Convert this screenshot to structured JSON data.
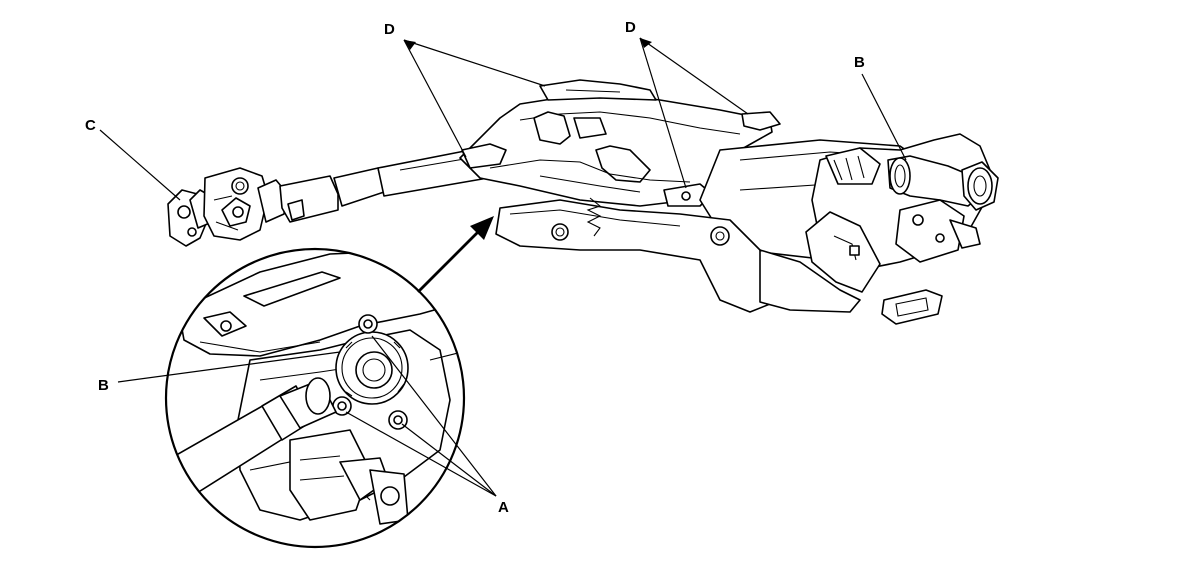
{
  "callouts": {
    "d_left": "D",
    "d_right": "D",
    "b_column": "B",
    "c_joint": "C",
    "b_detail": "B",
    "a_detail": "A"
  }
}
